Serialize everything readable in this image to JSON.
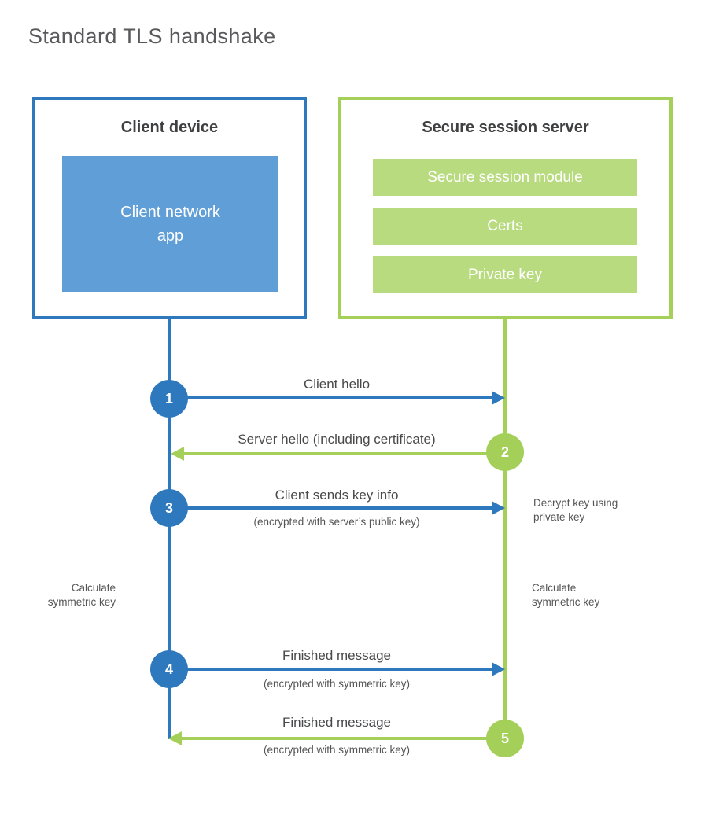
{
  "title": "Standard TLS handshake",
  "client_box": {
    "title": "Client device",
    "app": "Client network\napp"
  },
  "server_box": {
    "title": "Secure session server",
    "modules": [
      "Secure session module",
      "Certs",
      "Private key"
    ]
  },
  "steps": [
    {
      "num": "1",
      "actor": "client",
      "direction": "right",
      "label": "Client hello"
    },
    {
      "num": "2",
      "actor": "server",
      "direction": "left",
      "label": "Server hello (including certificate)"
    },
    {
      "num": "3",
      "actor": "client",
      "direction": "right",
      "label": "Client sends key info",
      "sublabel": "(encrypted with server’s public key)"
    },
    {
      "num": "4",
      "actor": "client",
      "direction": "right",
      "label": "Finished message",
      "sublabel": "(encrypted with symmetric key)"
    },
    {
      "num": "5",
      "actor": "server",
      "direction": "left",
      "label": "Finished message",
      "sublabel": "(encrypted with symmetric key)"
    }
  ],
  "notes": {
    "decrypt_key": "Decrypt key using\nprivate key",
    "calc_left": "Calculate\nsymmetric key",
    "calc_right": "Calculate\nsymmetric key"
  },
  "colors": {
    "client_blue": "#2e78bd",
    "client_blue_fill": "#5f9ed7",
    "server_green": "#a4cf58",
    "server_green_fill": "#b9db80"
  }
}
